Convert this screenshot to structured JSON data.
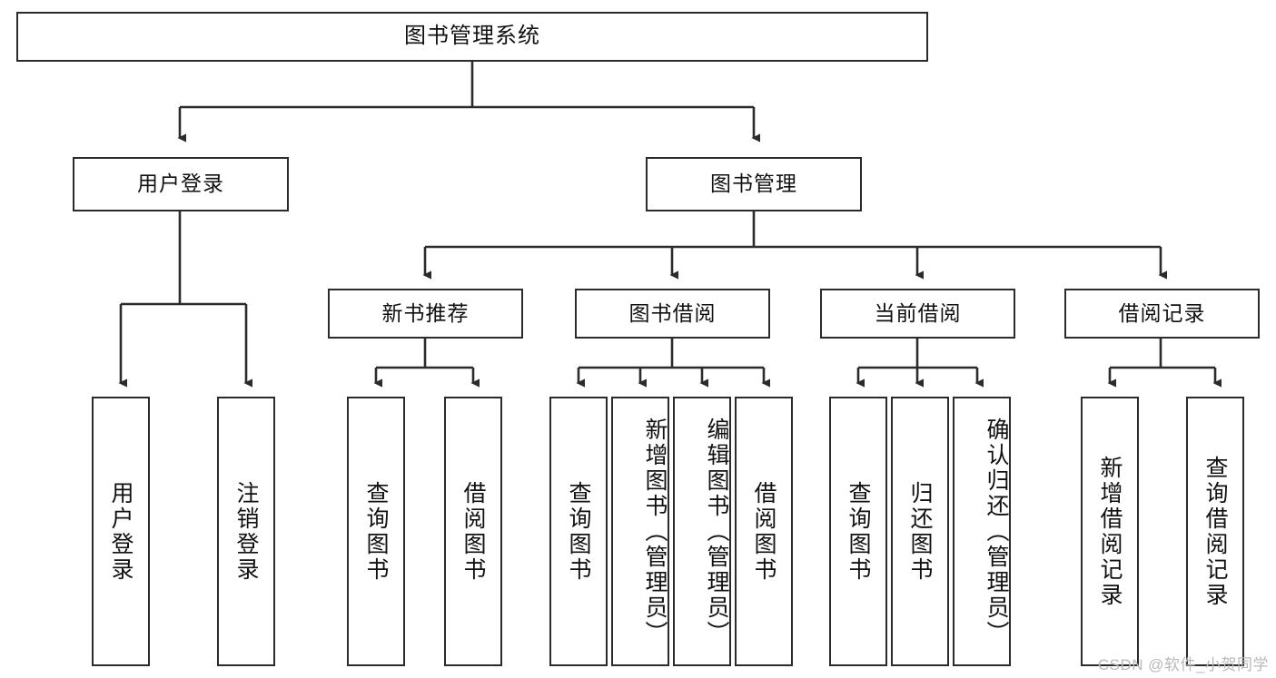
{
  "diagram": {
    "title": "图书管理系统",
    "type": "tree-hierarchy",
    "root": {
      "id": "root",
      "label": "图书管理系统"
    },
    "level1": [
      {
        "id": "user-login",
        "label": "用户登录"
      },
      {
        "id": "book-manage",
        "label": "图书管理"
      }
    ],
    "level2": [
      {
        "id": "new-book-rec",
        "label": "新书推荐",
        "parent": "book-manage"
      },
      {
        "id": "book-borrow",
        "label": "图书借阅",
        "parent": "book-manage"
      },
      {
        "id": "current-borrow",
        "label": "当前借阅",
        "parent": "book-manage"
      },
      {
        "id": "borrow-record",
        "label": "借阅记录",
        "parent": "book-manage"
      }
    ],
    "leaves": [
      {
        "id": "leaf-user-login",
        "label": "用户登录",
        "parent": "user-login"
      },
      {
        "id": "leaf-logout",
        "label": "注销登录",
        "parent": "user-login"
      },
      {
        "id": "leaf-query-book-1",
        "label": "查询图书",
        "parent": "new-book-rec"
      },
      {
        "id": "leaf-borrow-book-1",
        "label": "借阅图书",
        "parent": "new-book-rec"
      },
      {
        "id": "leaf-query-book-2",
        "label": "查询图书",
        "parent": "book-borrow"
      },
      {
        "id": "leaf-add-book",
        "label": "新增图书（管理员）",
        "parent": "book-borrow"
      },
      {
        "id": "leaf-edit-book",
        "label": "编辑图书（管理员）",
        "parent": "book-borrow"
      },
      {
        "id": "leaf-borrow-book-2",
        "label": "借阅图书",
        "parent": "book-borrow"
      },
      {
        "id": "leaf-query-book-3",
        "label": "查询图书",
        "parent": "current-borrow"
      },
      {
        "id": "leaf-return-book",
        "label": "归还图书",
        "parent": "current-borrow"
      },
      {
        "id": "leaf-confirm-return",
        "label": "确认归还（管理员）",
        "parent": "current-borrow"
      },
      {
        "id": "leaf-add-record",
        "label": "新增借阅记录",
        "parent": "borrow-record"
      },
      {
        "id": "leaf-query-record",
        "label": "查询借阅记录",
        "parent": "borrow-record"
      }
    ],
    "colors": {
      "border": "#2b2b2b",
      "text": "#111111",
      "background": "#ffffff",
      "edge": "#2b2b2b",
      "watermark": "#b9b9b9"
    }
  },
  "watermark": {
    "text": "CSDN @软件_小贺同学"
  }
}
